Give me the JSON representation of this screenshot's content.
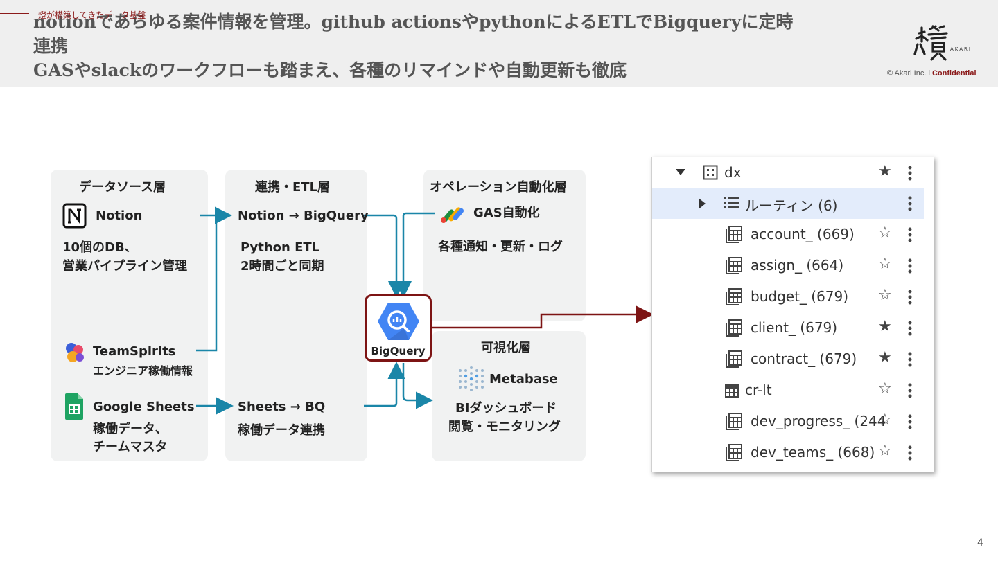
{
  "header": {
    "section_label": "燈が構築してきたデータ基盤",
    "title_lines": [
      "notionであらゆる案件情報を管理。github actionsやpythonによるETLでBigqueryに定時",
      "連携",
      "GASやslackのワークフローも踏まえ、各種のリマインドや自動更新も徹底"
    ],
    "logo_mark": "燈",
    "logo_sub": "AKARI",
    "copyright_prefix": "© Akari Inc. l ",
    "copyright_emph": "Confidential"
  },
  "diagram": {
    "source": {
      "title": "データソース層",
      "notion_name": "Notion",
      "notion_desc": [
        "10個のDB、",
        "営業パイプライン管理"
      ],
      "teamspirits_name": "TeamSpirits",
      "teamspirits_desc": "エンジニア稼働情報",
      "sheets_name": "Google Sheets",
      "sheets_desc": [
        "稼働データ、",
        "チームマスタ"
      ]
    },
    "etl": {
      "title": "連携・ETL層",
      "flow1": "Notion → BigQuery",
      "flow1_desc": [
        "Python ETL",
        "2時間ごと同期"
      ],
      "flow2": "Sheets → BQ",
      "flow2_desc": "稼働データ連携"
    },
    "bigquery_label": "BigQuery",
    "ops": {
      "title": "オペレーション自動化層",
      "gas": "GAS自動化",
      "desc": "各種通知・更新・ログ"
    },
    "viz": {
      "title": "可視化層",
      "metabase": "Metabase",
      "desc": [
        "BIダッシュボード",
        "閲覧・モニタリング"
      ]
    },
    "colors": {
      "arrow": "#1a86a8",
      "bq_border": "#7d1414",
      "bq_blue": "#4285f4"
    }
  },
  "explorer": {
    "dataset": "dx",
    "routine": "ルーティン (6)",
    "tables": [
      {
        "name": "account_ (669)",
        "starred": false
      },
      {
        "name": "assign_ (664)",
        "starred": false
      },
      {
        "name": "budget_ (679)",
        "starred": false
      },
      {
        "name": "client_ (679)",
        "starred": true
      },
      {
        "name": "contract_ (679)",
        "starred": true
      },
      {
        "name": "cr-lt",
        "starred": false
      },
      {
        "name": "dev_progress_ (244",
        "starred": false
      },
      {
        "name": "dev_teams_ (668)",
        "starred": false
      }
    ]
  },
  "page_number": "4"
}
